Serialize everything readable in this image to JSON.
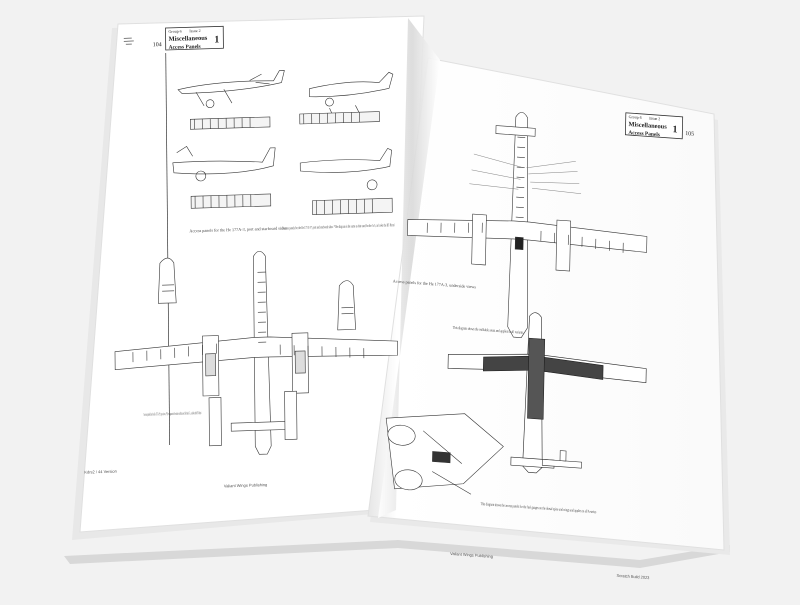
{
  "left_page": {
    "header": {
      "group": "Group 6",
      "issue": "Issue 2",
      "section_title": "Miscellaneous",
      "section_sub": "Access Panels",
      "page_number": "104",
      "chapter_number": "1"
    },
    "captions": {
      "side_views": "Access panels for the He 177A-3, port and starboard sides",
      "side_views_b": "Access panels for the He 177A-3*, port and starboard sides. *The diagram is the same as that used for the A-5, as looks the B5 Hemi",
      "top_view": "Access panels for the He 177A-3*, top views. *The diagram is the same as that used for the A-5, as looks the B5 Hemi"
    },
    "footer_left": "Kdrs2 / 44 Version",
    "footer_center": "Valiant Wings Publishing"
  },
  "right_page": {
    "header": {
      "group": "Group 6",
      "issue": "Issue 2",
      "section_title": "Miscellaneous",
      "section_sub": "Access Panels",
      "page_number": "105",
      "chapter_number": "1"
    },
    "captions": {
      "underside": "Access panels for the He 177A-3, underside views",
      "walkable": "This diagram shows the walkable areas and applies to all variants",
      "fuel_gauges": "This diagram shows the access panels for the fuel gauges on the dorsal spine and wings and applies to all A-series"
    },
    "footer_center": "Valiant Wings Publishing",
    "footer_right": "Scratch Build 2023"
  }
}
